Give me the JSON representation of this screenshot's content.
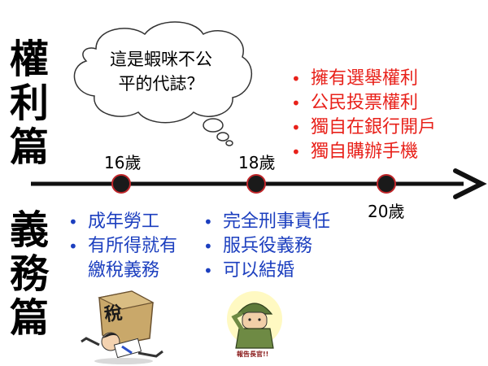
{
  "vertical_labels": {
    "rights": [
      "權",
      "利",
      "篇"
    ],
    "duties": [
      "義",
      "務",
      "篇"
    ]
  },
  "bubble": {
    "line1": "這是蝦咪不公",
    "line2": "平的代誌？"
  },
  "timeline": {
    "ages": [
      "16歲",
      "18歲",
      "20歲"
    ]
  },
  "rights_list": [
    "擁有選舉權利",
    "公民投票權利",
    "獨自在銀行開戶",
    "獨自購辦手機"
  ],
  "duties_16": [
    "成年勞工",
    "有所得就有",
    "繳稅義務"
  ],
  "duties_18": [
    "完全刑事責任",
    "服兵役義務",
    "可以結婚"
  ],
  "illustrations": {
    "tax_box_text": "稅",
    "soldier_caption": "報告長官!!"
  },
  "colors": {
    "rights": "#e8211a",
    "duties": "#1c3fbf",
    "timeline": "#111111",
    "marker_fill": "#1a1a1a",
    "marker_ring": "#c0262a"
  }
}
